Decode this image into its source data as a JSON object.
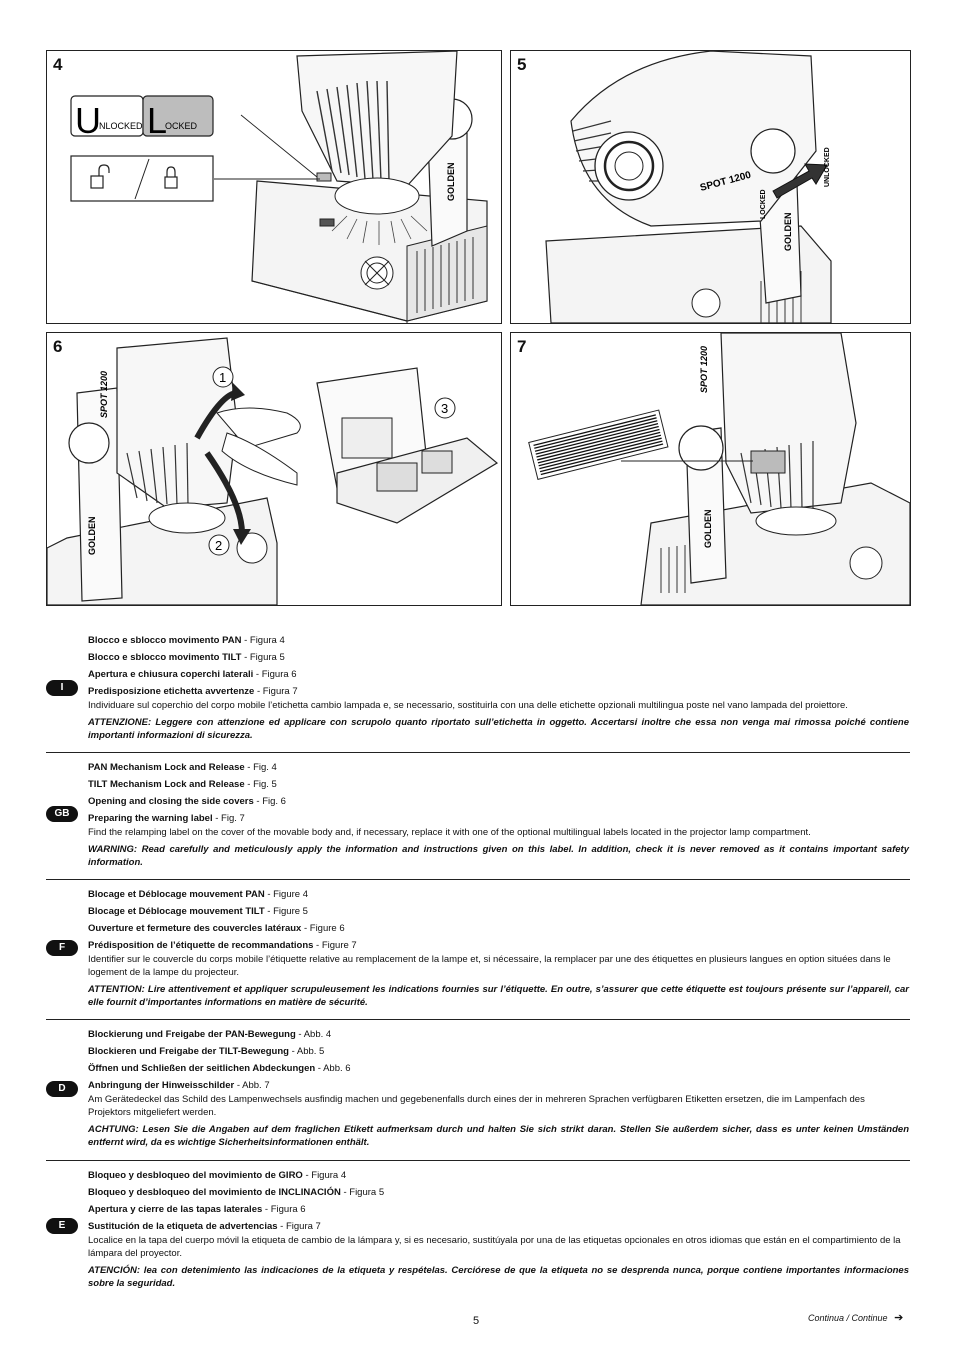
{
  "figures": [
    {
      "num": "4",
      "labels": {
        "unlocked_big": "U",
        "unlocked_small": "NLOCKED",
        "locked_big": "L",
        "locked_small": "OCKED",
        "golden": "GOLDEN"
      }
    },
    {
      "num": "5",
      "labels": {
        "locked": "LOCKED",
        "unlocked": "UNLOCKED",
        "spot": "SPOT 1200",
        "golden": "GOLDEN"
      }
    },
    {
      "num": "6",
      "labels": {
        "spot": "SPOT 1200",
        "golden": "GOLDEN",
        "c1": "1",
        "c2": "2",
        "c3": "3"
      }
    },
    {
      "num": "7",
      "labels": {
        "spot": "SPOT 1200",
        "golden": "GOLDEN"
      }
    }
  ],
  "sections": [
    {
      "lang": "I",
      "items": [
        {
          "title": "Blocco e sblocco movimento PAN",
          "ref": " - Figura 4"
        },
        {
          "title": "Blocco e sblocco movimento TILT",
          "ref": " - Figura 5"
        },
        {
          "title": "Apertura e chiusura coperchi laterali",
          "ref": " - Figura 6"
        },
        {
          "title": "Predisposizione etichetta avvertenze",
          "ref": " - Figura 7"
        }
      ],
      "desc": "Individuare sul coperchio del corpo mobile l’etichetta cambio lampada e, se necessario, sostituirla con una delle etichette opzionali multilingua poste nel vano lampada del proiettore.",
      "warning": "ATTENZIONE: Leggere con attenzione ed applicare con scrupolo quanto riportato sull’etichetta in oggetto. Accertarsi inoltre che essa non venga mai rimossa poiché contiene importanti informazioni di sicurezza."
    },
    {
      "lang": "GB",
      "items": [
        {
          "title": "PAN Mechanism Lock and Release",
          "ref": " - Fig. 4"
        },
        {
          "title": "TILT Mechanism Lock and Release",
          "ref": " - Fig. 5"
        },
        {
          "title": "Opening and closing the side covers",
          "ref": " - Fig. 6"
        },
        {
          "title": "Preparing the warning label",
          "ref": " - Fig. 7"
        }
      ],
      "desc": "Find the relamping label on the cover of the movable body and, if necessary, replace it with one of the optional multilingual labels located in the projector lamp compartment.",
      "warning": "WARNING: Read carefully and meticulously apply the information and instructions given on this label. In addition, check it is never removed as it contains important safety information."
    },
    {
      "lang": "F",
      "items": [
        {
          "title": "Blocage et Déblocage mouvement PAN",
          "ref": " - Figure 4"
        },
        {
          "title": "Blocage et Déblocage mouvement TILT",
          "ref": " - Figure 5"
        },
        {
          "title": "Ouverture et fermeture des couvercles latéraux",
          "ref": " - Figure 6"
        },
        {
          "title": "Prédisposition de l’étiquette de recommandations",
          "ref": " - Figure 7"
        }
      ],
      "desc": "Identifier sur le couvercle du corps mobile l’étiquette relative au remplacement de la lampe et, si nécessaire, la remplacer par une des étiquettes en plusieurs langues en option situées dans le logement de la lampe du projecteur.",
      "warning": "ATTENTION: Lire attentivement et appliquer scrupuleusement les indications fournies sur l’étiquette. En outre, s’assurer que cette étiquette est toujours présente sur l’appareil, car elle fournit d’importantes informations en matière de sécurité."
    },
    {
      "lang": "D",
      "items": [
        {
          "title": "Blockierung und Freigabe der PAN-Bewegung",
          "ref": " - Abb. 4"
        },
        {
          "title": "Blockieren und Freigabe der TILT-Bewegung",
          "ref": " - Abb. 5"
        },
        {
          "title": "Öffnen und Schließen der seitlichen Abdeckungen",
          "ref": " - Abb. 6"
        },
        {
          "title": "Anbringung der Hinweisschilder",
          "ref": " - Abb. 7"
        }
      ],
      "desc": "Am Gerätedeckel das Schild des Lampenwechsels ausfindig machen und gegebenenfalls durch eines der in mehreren Sprachen verfügbaren Etiketten ersetzen, die im Lampenfach des Projektors mitgeliefert werden.",
      "warning": "ACHTUNG: Lesen Sie die Angaben auf dem fraglichen Etikett aufmerksam durch und halten Sie sich strikt daran. Stellen Sie außerdem sicher, dass es unter keinen Umständen entfernt wird, da es wichtige Sicherheitsinformationen enthält."
    },
    {
      "lang": "E",
      "items": [
        {
          "title": "Bloqueo y desbloqueo del movimiento de GIRO",
          "ref": " - Figura 4"
        },
        {
          "title": "Bloqueo y desbloqueo del movimiento de INCLINACIÓN",
          "ref": " - Figura 5"
        },
        {
          "title": "Apertura y cierre de las tapas laterales",
          "ref": " - Figura 6"
        },
        {
          "title": "Sustitución de la etiqueta de advertencias",
          "ref": " - Figura 7"
        }
      ],
      "desc": "Localice en la tapa del cuerpo móvil la etiqueta de cambio de la lámpara y, si es necesario, sustitúyala por una de las etiquetas opcionales en otros idiomas que están en el compartimiento de la lámpara del proyector.",
      "warning": "ATENCIÓN: lea con detenimiento las indicaciones de la etiqueta y respételas. Cerciórese de que la etiqueta no se desprenda nunca, porque contiene importantes informaciones sobre la seguridad."
    }
  ],
  "footer": {
    "page": "5",
    "continua": "Continua / Continue",
    "arrow": "➔"
  }
}
